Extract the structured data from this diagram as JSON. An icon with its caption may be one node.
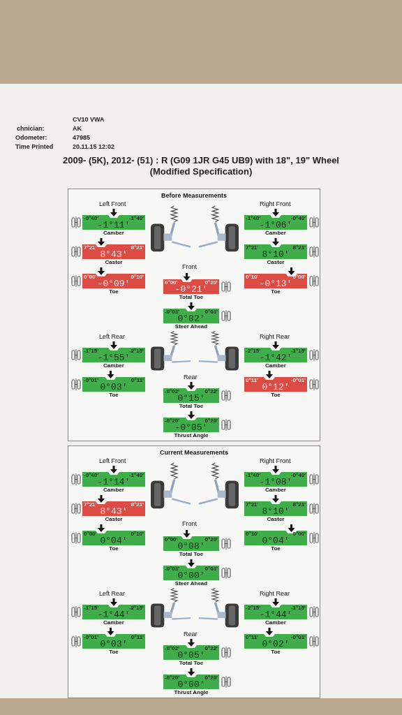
{
  "diagram": {
    "nodes": [
      {
        "text": [
          "Before Measurements"
        ]
      },
      {
        "text": [
          "-0°40'",
          "-1°11'",
          "-1°40'"
        ],
        "beside": [
          "Camber"
        ],
        "in": 0
      },
      {
        "text": [
          "-1°40'",
          "-1°06'",
          "-0°40'"
        ],
        "beside": [
          "Camber"
        ],
        "in": 0
      },
      {
        "text": [
          "7°21'",
          "8°43'",
          "8°21'"
        ],
        "beside": [
          "Caster"
        ],
        "in": 0
      },
      {
        "text": [
          "7°21'",
          "8°10'",
          "8°21'"
        ],
        "beside": [
          "Caster"
        ],
        "in": 0
      },
      {
        "text": [
          "0°00'",
          "-0°09'",
          "0°10'"
        ],
        "beside": [
          "Toe"
        ],
        "in": 0
      },
      {
        "text": [
          "0°10'",
          "-0°13'",
          "0°00'"
        ],
        "beside": [
          "Toe"
        ],
        "in": 0
      },
      {
        "text": [
          "0°00'",
          "-0°21'",
          "0°20'"
        ],
        "beside": [
          "Total Toe"
        ],
        "in": 0
      },
      {
        "text": [
          "-0°03'",
          "0°02'",
          "0°03'"
        ],
        "beside": [
          "Steer Ahead"
        ],
        "in": 0
      },
      {
        "text": [
          "-1°15'",
          "-1°55'",
          "-2°15'"
        ],
        "beside": [
          "Camber"
        ],
        "in": 0
      },
      {
        "text": [
          "-2°15'",
          "-1°42'",
          "-1°15'"
        ],
        "beside": [
          "Camber"
        ],
        "in": 0
      },
      {
        "text": [
          "-0°01'",
          "0°03'",
          "0°11'"
        ],
        "beside": [
          "Toe"
        ],
        "in": 0
      },
      {
        "text": [
          "0°11'",
          "0°12'",
          "-0°01'"
        ],
        "beside": [
          "Toe"
        ],
        "in": 0
      },
      {
        "text": [
          "-0°02'",
          "0°15'",
          "0°22'"
        ],
        "beside": [
          "Total Toe"
        ],
        "in": 0
      },
      {
        "text": [
          "-0°20'",
          "-0°05'",
          "0°20'"
        ],
        "beside": [
          "Thrust Angle"
        ],
        "in": 0
      },
      {
        "text": [
          "Current Measurements"
        ]
      },
      {
        "text": [
          "-0°40'",
          "-1°14'",
          "-1°40'"
        ],
        "beside": [
          "Camber"
        ],
        "in": 15
      },
      {
        "text": [
          "-1°40'",
          "-1°08'",
          "-0°40'"
        ],
        "beside": [
          "Camber"
        ],
        "in": 15
      },
      {
        "text": [
          "7°21'",
          "8°43'",
          "8°21'"
        ],
        "beside": [
          "Caster"
        ],
        "in": 15
      },
      {
        "text": [
          "7°21'",
          "8°10'",
          "8°21'"
        ],
        "beside": [
          "Caster"
        ],
        "in": 15
      },
      {
        "text": [
          "0°00'",
          "0°04'",
          "0°10'"
        ],
        "beside": [
          "Toe"
        ],
        "in": 15
      },
      {
        "text": [
          "0°10'",
          "0°04'",
          "0°00'"
        ],
        "beside": [
          "Toe"
        ],
        "in": 15
      },
      {
        "text": [
          "0°00'",
          "0°08'",
          "0°20'"
        ],
        "beside": [
          "Total Toe"
        ],
        "in": 15
      },
      {
        "text": [
          "-0°03'",
          "0°00'",
          "0°03'"
        ],
        "beside": [
          "Steer Ahead"
        ],
        "in": 15
      },
      {
        "text": [
          "-1°15'",
          "-1°44'",
          "-2°15'"
        ],
        "beside": [
          "Camber"
        ],
        "in": 15
      },
      {
        "text": [
          "-2°15'",
          "-1°44'",
          "-1°15'"
        ],
        "beside": [
          "Camber"
        ],
        "in": 15
      },
      {
        "text": [
          "-0°01'",
          "0°03'",
          "0°11'"
        ],
        "beside": [
          "Toe"
        ],
        "in": 15
      },
      {
        "text": [
          "0°11'",
          "0°02'",
          "-0°01'"
        ],
        "beside": [
          "Toe"
        ],
        "in": 15
      },
      {
        "text": [
          "-0°02'",
          "0°05'",
          "0°22'"
        ],
        "beside": [
          "Total Toe"
        ],
        "in": 15
      },
      {
        "text": [
          "-0°20'",
          "0°00'",
          "0°20'"
        ],
        "beside": [
          "Thrust Angle"
        ],
        "in": 15
      }
    ],
    "labels": [
      "CV10 VWA",
      "chnician:",
      "AK",
      "Odometer:",
      "47985",
      "Time Printed",
      "20.11.15 12:02",
      "2009-  (5K), 2012-  (51) : R (G09 1JR G45 UB9) with 18\", 19\" Wheel (Modified Specification)",
      "Left Front",
      "Right Front",
      "Front",
      "Left Rear",
      "Right Rear",
      "Rear",
      "Left Front",
      "Right Front",
      "Front",
      "Left Rear",
      "Right Rear",
      "Rear"
    ]
  }
}
